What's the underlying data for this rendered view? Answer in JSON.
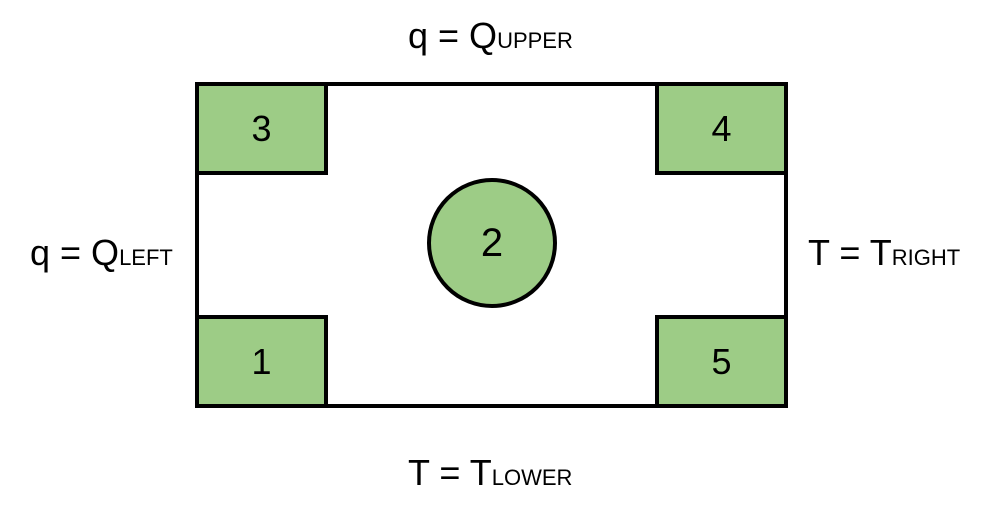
{
  "colors": {
    "region_fill": "#9dcc86",
    "stroke": "#000000",
    "background": "#ffffff"
  },
  "boundaries": {
    "upper": {
      "main": "q = Q",
      "sub": "UPPER"
    },
    "lower": {
      "main": "T = T",
      "sub": "LOWER"
    },
    "left": {
      "main": "q = Q",
      "sub": "LEFT"
    },
    "right": {
      "main": "T = T",
      "sub": "RIGHT"
    }
  },
  "regions": {
    "r1": "1",
    "r2": "2",
    "r3": "3",
    "r4": "4",
    "r5": "5"
  }
}
